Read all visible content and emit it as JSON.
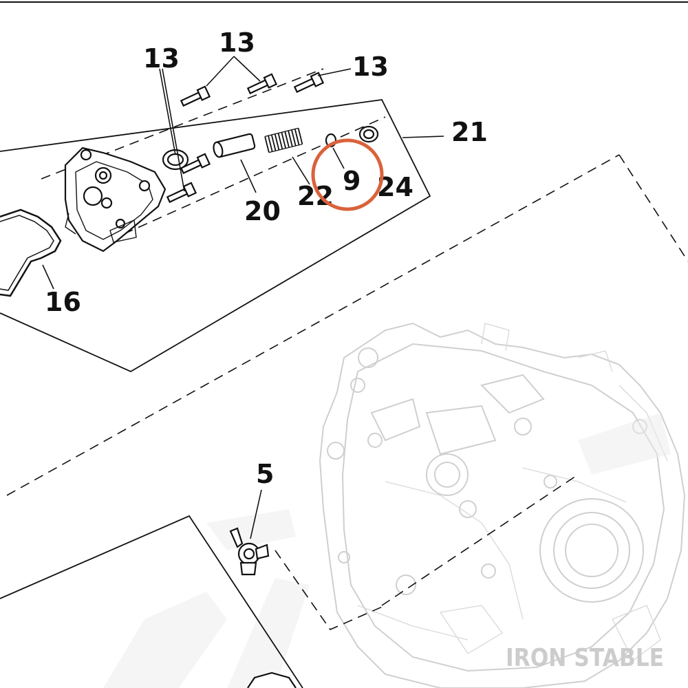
{
  "callouts": {
    "c13a": "13",
    "c13b": "13",
    "c13c": "13",
    "c21": "21",
    "c22": "22",
    "c9": "9",
    "c24": "24",
    "c20": "20",
    "c16": "16",
    "c5": "5"
  },
  "watermark": {
    "brand": "IRON STABLE"
  },
  "colors": {
    "line": "#111111",
    "ghost": "#cfcfcf",
    "highlight": "#d9623b"
  }
}
